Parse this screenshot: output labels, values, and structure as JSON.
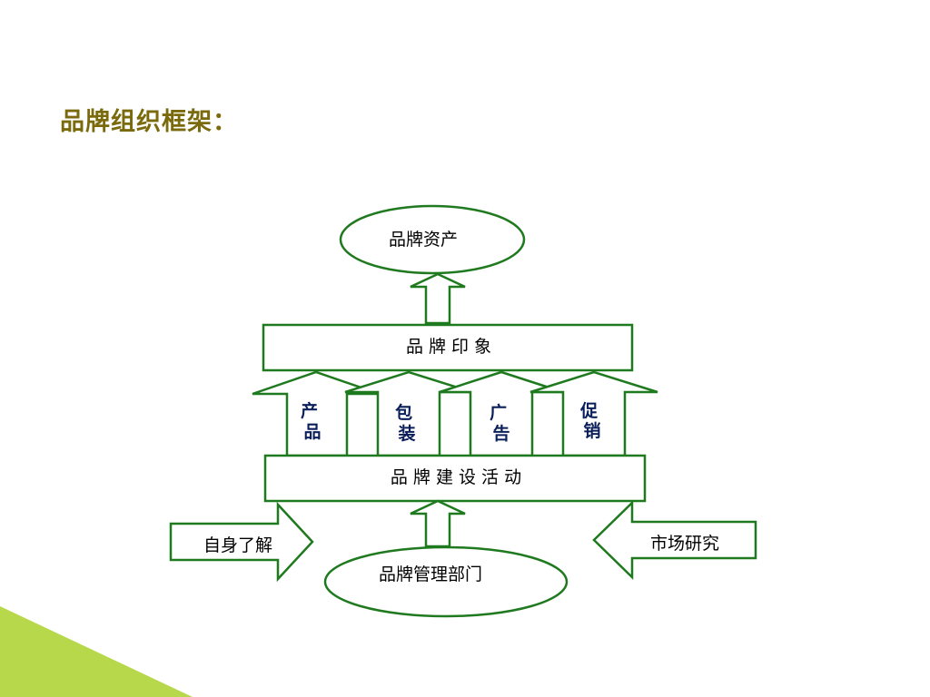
{
  "title": "品牌组织框架：",
  "colors": {
    "stroke": "#1f7a1f",
    "title": "#7a6a0c",
    "accent_triangle": "#b7d84a"
  },
  "diagram": {
    "brand_assets": "品牌资产",
    "brand_image": "品 牌 印 象",
    "activities": [
      "产品",
      "包装",
      "广告",
      "促销"
    ],
    "brand_building": "品 牌 建 设 活 动",
    "self_understanding": "自身了解",
    "market_research": "市场研究",
    "brand_management": "品牌管理部门"
  }
}
